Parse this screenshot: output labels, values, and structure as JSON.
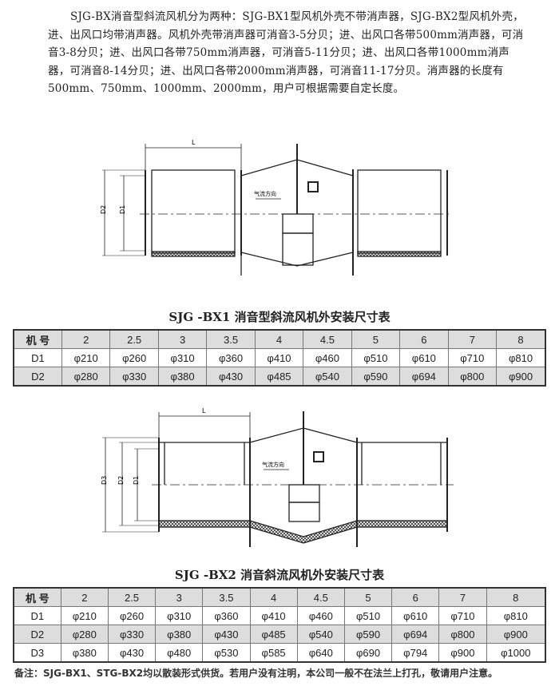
{
  "intro": "SJG-BX消音型斜流风机分为两种：SJG-BX1型风机外壳不带消声器，SJG-BX2型风机外壳，进、出风口均带消声器。风机外壳带消声器可消音3-5分贝；进、出风口各带500mm消声器，可消音3-8分贝；进、出风口各带750mm消声器，可消音5-11分贝；进、出风口各带1000mm消声器，可消音8-14分贝；进、出风口各带2000mm消声器，可消音11-17分贝。消声器的长度有500mm、750mm、1000mm、2000mm，用户可根据需要自定长度。",
  "diagram1": {
    "L": "L",
    "D1": "D1",
    "D2": "D2",
    "airflow": "气流方向"
  },
  "diagram2": {
    "L": "L",
    "D1": "D1",
    "D2": "D2",
    "D3": "D3",
    "airflow": "气流方向"
  },
  "table1": {
    "title": "SJG -BX1 消音型斜流风机外安装尺寸表",
    "header": [
      "机 号",
      "2",
      "2.5",
      "3",
      "3.5",
      "4",
      "4.5",
      "5",
      "6",
      "7",
      "8"
    ],
    "rows": [
      [
        "D1",
        "φ210",
        "φ260",
        "φ310",
        "φ360",
        "φ410",
        "φ460",
        "φ510",
        "φ610",
        "φ710",
        "φ810"
      ],
      [
        "D2",
        "φ280",
        "φ330",
        "φ380",
        "φ430",
        "φ485",
        "φ540",
        "φ590",
        "φ694",
        "φ800",
        "φ900"
      ]
    ]
  },
  "table2": {
    "title": "SJG -BX2 消音斜流风机外安装尺寸表",
    "header": [
      "机 号",
      "2",
      "2.5",
      "3",
      "3.5",
      "4",
      "4.5",
      "5",
      "6",
      "7",
      "8"
    ],
    "rows": [
      [
        "D1",
        "φ210",
        "φ260",
        "φ310",
        "φ360",
        "φ410",
        "φ460",
        "φ510",
        "φ610",
        "φ710",
        "φ810"
      ],
      [
        "D2",
        "φ280",
        "φ330",
        "φ380",
        "φ430",
        "φ485",
        "φ540",
        "φ590",
        "φ694",
        "φ800",
        "φ900"
      ],
      [
        "D3",
        "φ380",
        "φ430",
        "φ480",
        "φ530",
        "φ585",
        "φ640",
        "φ690",
        "φ794",
        "φ900",
        "φ1000"
      ]
    ]
  },
  "note": "备注：SJG-BX1、STG-BX2均以散装形式供货。若用户没有注明，本公司一般不在法兰上打孔，敬请用户注意。"
}
